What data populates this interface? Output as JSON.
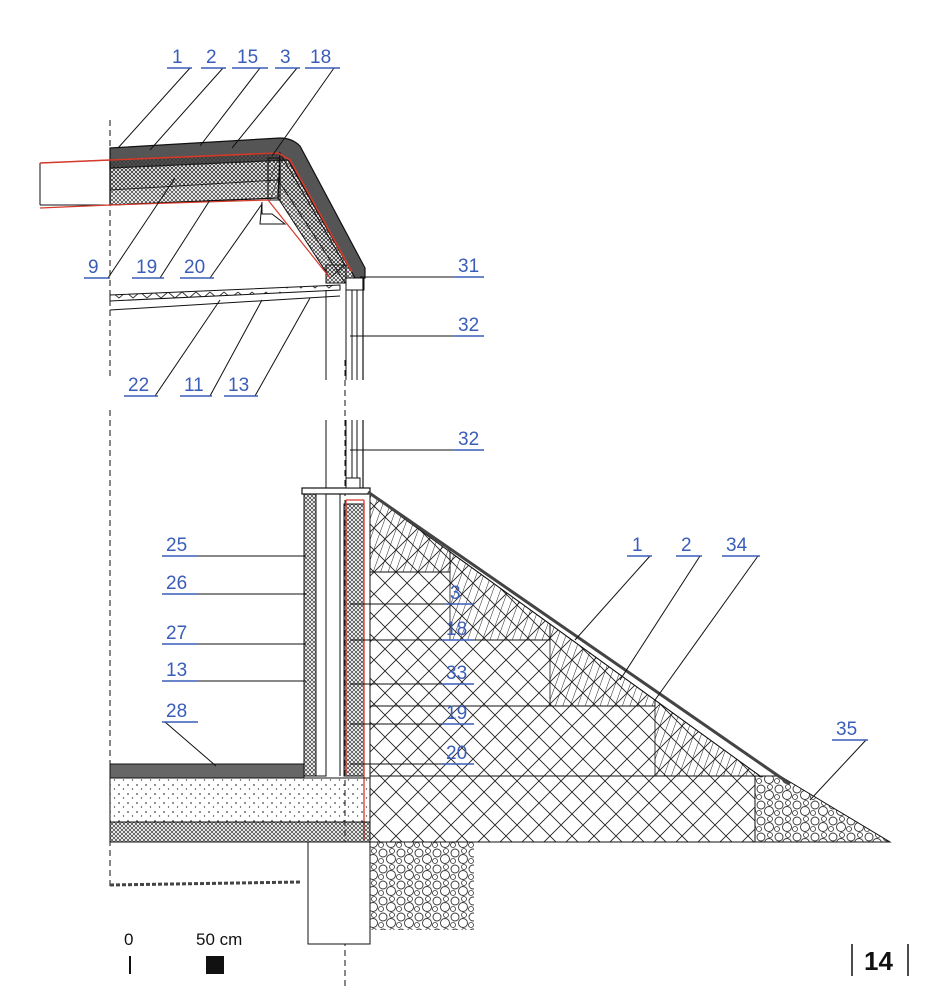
{
  "labels": {
    "l1_top": "1",
    "l2_top": "2",
    "l15": "15",
    "l3_top": "3",
    "l18_top": "18",
    "l9": "9",
    "l19_top": "19",
    "l20_top": "20",
    "l31": "31",
    "l32_a": "32",
    "l22": "22",
    "l11": "11",
    "l13_top": "13",
    "l32_b": "32",
    "l25": "25",
    "l26": "26",
    "l27": "27",
    "l13_bot": "13",
    "l28": "28",
    "l1_bot": "1",
    "l2_bot": "2",
    "l34": "34",
    "l3_bot": "3",
    "l18_bot": "18",
    "l33": "33",
    "l19_bot": "19",
    "l20_bot": "20",
    "l35": "35"
  },
  "scale": {
    "zero": "0",
    "fifty": "50 cm"
  },
  "page_number": "14",
  "colors": {
    "label": "#3a5db8",
    "membrane": "#d63a2a",
    "ink": "#111111"
  }
}
